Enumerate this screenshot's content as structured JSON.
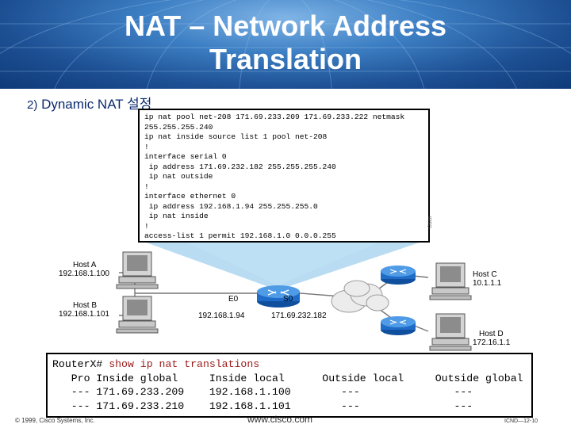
{
  "header": {
    "title_line1": "NAT – Network Address",
    "title_line2": "Translation"
  },
  "subtitle": {
    "number": "2)",
    "text": "Dynamic NAT 설정"
  },
  "config_lines": [
    "ip nat pool net-208 171.69.233.209 171.69.233.222 netmask",
    "255.255.255.240",
    "ip nat inside source list 1 pool net-208",
    "!",
    "interface serial 0",
    " ip address 171.69.232.182 255.255.255.240",
    " ip nat outside",
    "!",
    "interface ethernet 0",
    " ip address 192.168.1.94 255.255.255.0",
    " ip nat inside",
    "!",
    "access-list 1 permit 192.168.1.0 0.0.0.255"
  ],
  "config_mark": "Cisco",
  "diagram": {
    "host_a": {
      "name": "Host A",
      "ip": "192.168.1.100"
    },
    "host_b": {
      "name": "Host B",
      "ip": "192.168.1.101"
    },
    "host_c": {
      "name": "Host C",
      "ip": "10.1.1.1"
    },
    "host_d": {
      "name": "Host D",
      "ip": "172.16.1.1"
    },
    "router_x": {
      "e0": "E0",
      "s0": "S0",
      "e0_ip": "192.168.1.94",
      "s0_ip": "171.69.232.182"
    }
  },
  "terminal": {
    "prompt": "RouterX# ",
    "command": "show ip nat translations",
    "header": "   Pro Inside global     Inside local      Outside local     Outside global",
    "rows": [
      "   --- 171.69.233.209    192.168.1.100        ---               ---",
      "   --- 171.69.233.210    192.168.1.101        ---               ---"
    ]
  },
  "footer": {
    "copyright": "© 1999, Cisco Systems, Inc.",
    "url": "www.cisco.com",
    "page": "ICND—12-10"
  },
  "colors": {
    "title_text": "#ffffff",
    "subtitle_text": "#0a2a6e",
    "router": "#1e6cc8",
    "beam": "#7fbfe8",
    "command_text": "#9b1a1a"
  }
}
